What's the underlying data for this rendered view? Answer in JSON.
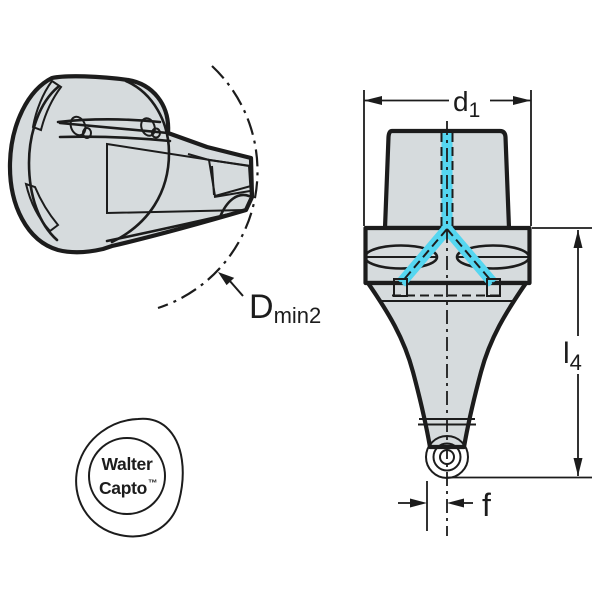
{
  "labels": {
    "d1": {
      "main": "d",
      "sub": "1"
    },
    "dmin2": {
      "main": "D",
      "sub": "min2"
    },
    "l4": {
      "main": "l",
      "sub": "4"
    },
    "f": {
      "main": "f"
    }
  },
  "logo": {
    "line1": "Walter",
    "line2": "Capto",
    "trademark": "™"
  },
  "colors": {
    "background": "#ffffff",
    "outline_black": "#1c1c1c",
    "body_gray": "#d6dbdd",
    "coolant_cyan": "#55d6f0",
    "insert_gold": "#f0cc63",
    "logo_yellow": "#efb216",
    "logo_circle_white": "#ffffff"
  }
}
